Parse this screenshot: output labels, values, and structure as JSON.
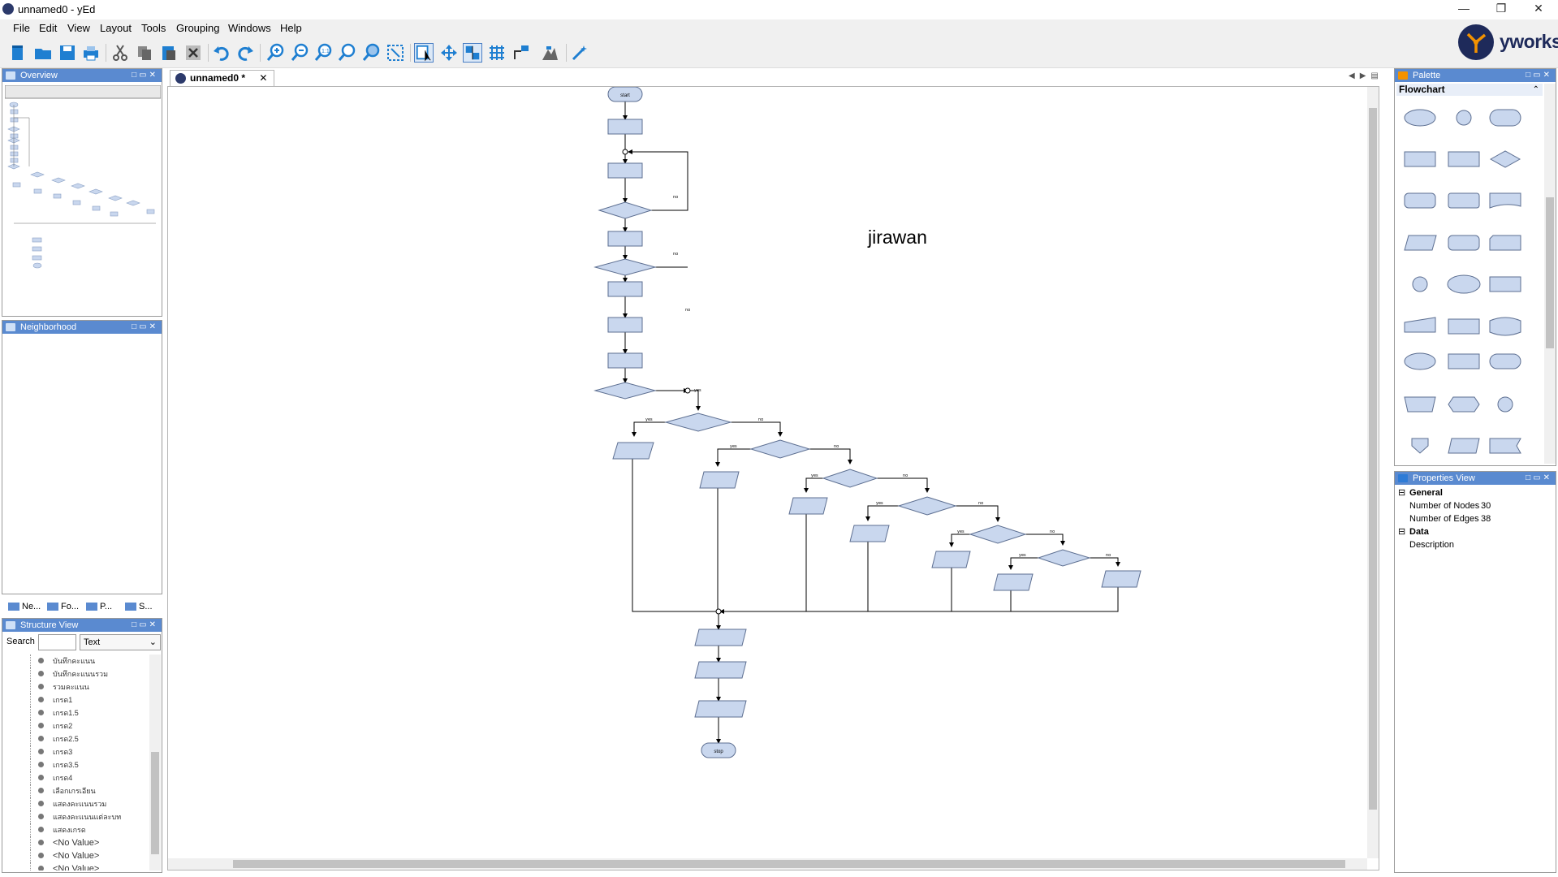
{
  "window": {
    "title": "unnamed0 - yEd"
  },
  "menu": [
    "File",
    "Edit",
    "View",
    "Layout",
    "Tools",
    "Grouping",
    "Windows",
    "Help"
  ],
  "logo": {
    "text": "yworks"
  },
  "panels": {
    "overview": {
      "title": "Overview"
    },
    "neighborhood": {
      "title": "Neighborhood"
    },
    "subtabs": [
      "Ne...",
      "Fo...",
      "P...",
      "S..."
    ],
    "structure": {
      "title": "Structure View",
      "search_label": "Search",
      "search_value": "",
      "filter_value": "Text",
      "items": [
        "บันทึกคะแนน",
        "บันทึกคะแนนรวม",
        "รวมคะแนน",
        "เกรด1",
        "เกรด1.5",
        "เกรด2",
        "เกรด2.5",
        "เกรด3",
        "เกรด3.5",
        "เกรด4",
        "เลือกเกรเอียน",
        "แสดงคะแนนรวม",
        "แสดงคะแนนแต่ละบท",
        "แสดงเกรด",
        "<No Value>",
        "<No Value>",
        "<No Value>"
      ]
    },
    "palette": {
      "title": "Palette",
      "section": "Flowchart"
    },
    "properties": {
      "title": "Properties View",
      "groups": [
        {
          "name": "General",
          "rows": [
            {
              "key": "Number of Nodes",
              "value": "30"
            },
            {
              "key": "Number of Edges",
              "value": "38"
            }
          ]
        },
        {
          "name": "Data",
          "rows": [
            {
              "key": "Description",
              "value": ""
            }
          ]
        }
      ]
    }
  },
  "document": {
    "tab_label": "unnamed0 *"
  },
  "diagram": {
    "annotation": "jirawan",
    "start_label": "start",
    "end_label": "stop",
    "edge_yes": "yes",
    "edge_no": "no"
  },
  "colors": {
    "panel_header": "#5a8ad0",
    "node_fill": "#c9d7ee",
    "node_stroke": "#5d6f91"
  }
}
